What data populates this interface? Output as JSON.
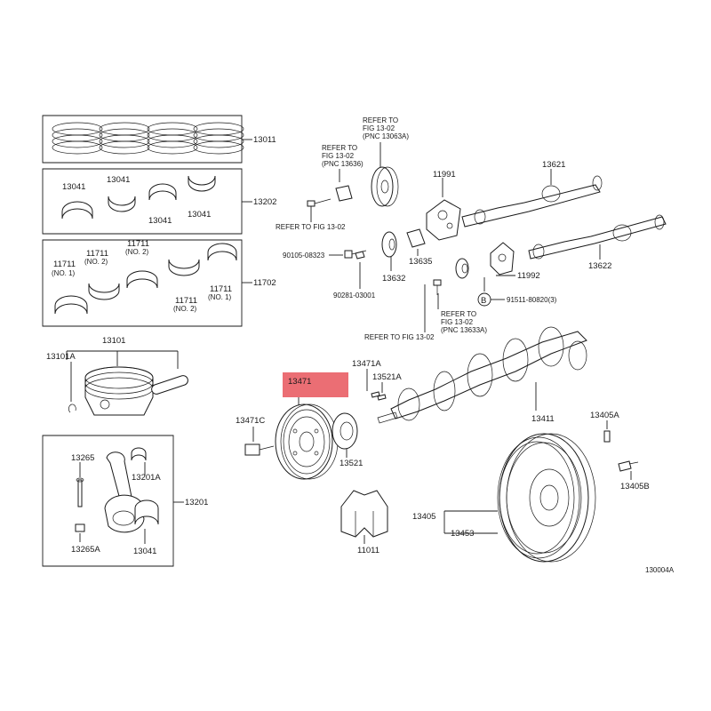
{
  "colors": {
    "highlight": "#e8555c",
    "ink": "#1a1a1a",
    "background": "#ffffff"
  },
  "labels": {
    "p13011": "13011",
    "p13202": "13202",
    "p11702": "11702",
    "p13041_a": "13041",
    "p13041_b": "13041",
    "p13041_c": "13041",
    "p13041_d": "13041",
    "p11711_a": "11711",
    "p11711_a_no": "(NO. 1)",
    "p11711_b": "11711",
    "p11711_b_no": "(NO. 2)",
    "p11711_c": "11711",
    "p11711_c_no": "(NO. 2)",
    "p11711_d": "11711",
    "p11711_d_no": "(NO. 2)",
    "p11711_e": "11711",
    "p11711_e_no": "(NO. 1)",
    "p13101": "13101",
    "p13101A": "13101A",
    "p13201": "13201",
    "p13265": "13265",
    "p13201A": "13201A",
    "p13265A": "13265A",
    "p13041_e": "13041",
    "refer_a_1": "REFER TO",
    "refer_a_2": "FIG 13-02",
    "refer_a_3": "(PNC 13063A)",
    "refer_b_1": "REFER TO",
    "refer_b_2": "FIG 13-02",
    "refer_b_3": "(PNC 13636)",
    "refer_c": "REFER TO FIG 13-02",
    "refer_d_1": "REFER TO",
    "refer_d_2": "FIG 13-02",
    "refer_d_3": "(PNC 13633A)",
    "refer_e": "REFER TO FIG 13-02",
    "p11991": "11991",
    "p13621": "13621",
    "p13622": "13622",
    "p90105": "90105-08323",
    "p90281": "90281-03001",
    "p13632": "13632",
    "p13635": "13635",
    "p11992": "11992",
    "p91511": "91511-80820(3)",
    "callout_b": "B",
    "p13471": "13471",
    "p13471A": "13471A",
    "p13521A": "13521A",
    "p13471C": "13471C",
    "p13521": "13521",
    "p13411": "13411",
    "p13405A": "13405A",
    "p13405B": "13405B",
    "p13405": "13405",
    "p13453": "13453",
    "p11011": "11011",
    "diagram_id": "130004A"
  }
}
